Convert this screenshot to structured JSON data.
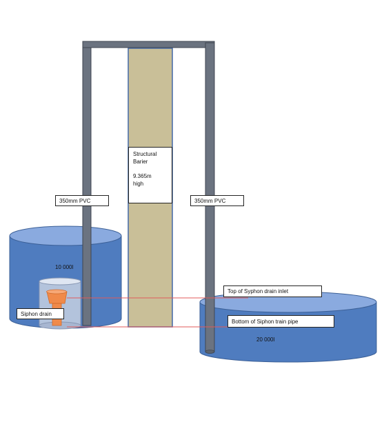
{
  "labels": {
    "pipe_left": "350mm PVC",
    "pipe_right": "350mm PVC",
    "barrier_title": "Structural Barier",
    "barrier_height": "9.365m high",
    "tank_left_volume": "10 000l",
    "tank_right_volume": "20 000l",
    "siphon_drain": "Siphon drain",
    "top_inlet": "Top of Syphon drain inlet",
    "bottom_pipe": "Bottom of Siphon train pipe"
  },
  "colors": {
    "tank_blue": "#4f7cbf",
    "tank_top": "#8aaadf",
    "tank_edge": "#3b5f96",
    "pipe_gray": "#6b7380",
    "pipe_edge": "#3f4650",
    "barrier_fill": "#c9bf98",
    "barrier_edge": "#4d6fa8",
    "drain_orange": "#f08a4a",
    "level_line": "#e05a5a"
  }
}
